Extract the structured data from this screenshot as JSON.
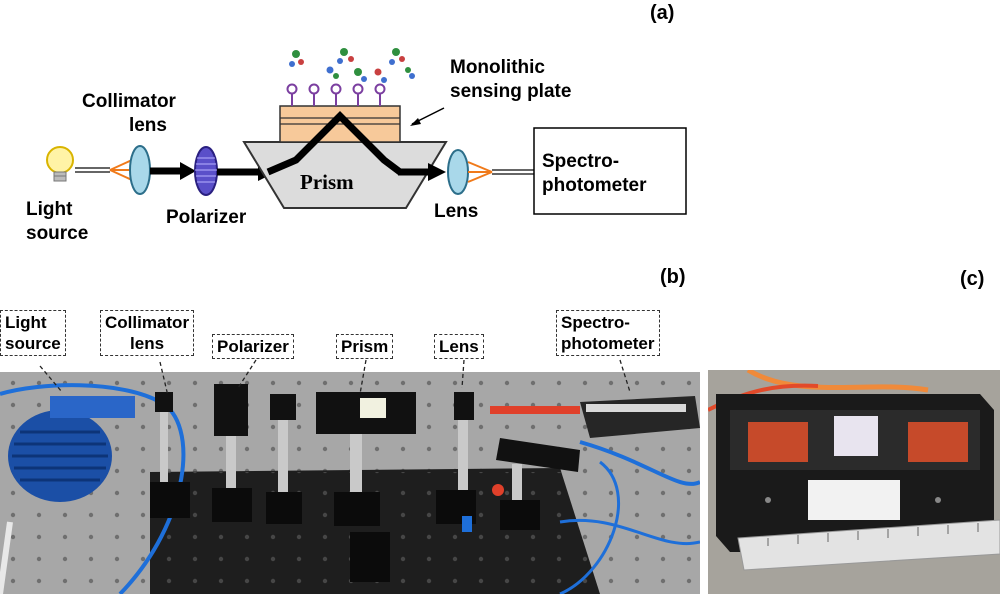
{
  "panel_a": {
    "tag": "(a)",
    "light_source": [
      "Light",
      "source"
    ],
    "collimator_lens": [
      "Collimator",
      "lens"
    ],
    "polarizer": "Polarizer",
    "prism": "Prism",
    "monolithic_plate": [
      "Monolithic",
      "sensing plate"
    ],
    "lens": "Lens",
    "spectrophotometer": [
      "Spectro-",
      "photometer"
    ]
  },
  "panel_b": {
    "tag": "(b)",
    "light_source": [
      "Light",
      "source"
    ],
    "collimator_lens": [
      "Collimator",
      "lens"
    ],
    "polarizer": "Polarizer",
    "prism": "Prism",
    "lens": "Lens",
    "spectrophotometer": [
      "Spectro-",
      "photometer"
    ]
  },
  "panel_c": {
    "tag": "(c)"
  },
  "colors": {
    "prism_fill": "#dcdcdc",
    "plate_fill": "#f7c99a",
    "probe": "#7b3fa0",
    "lens_fill": "#a9d8ea",
    "polarizer_fill": "#5a4fc9",
    "table_gray": "#a7a7a7",
    "cable_blue": "#1e6fd9",
    "fiber_red": "#e0402a"
  }
}
